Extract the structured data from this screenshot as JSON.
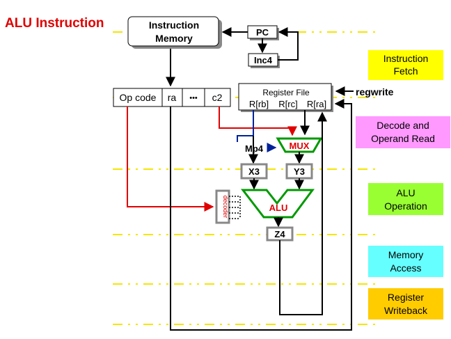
{
  "title": "ALU Instruction",
  "instruction_memory": {
    "line1": "Instruction",
    "line2": "Memory"
  },
  "pc": "PC",
  "inc4": "Inc4",
  "ir_fields": [
    "Op code",
    "ra",
    "•••",
    "c2"
  ],
  "register_file": {
    "title": "Register File",
    "ports": [
      "R[rb]",
      "R[rc]",
      "R[ra]"
    ]
  },
  "regwrite": "regwrite",
  "mp4": "Mp4",
  "mux": "MUX",
  "x3": "X3",
  "y3": "Y3",
  "decoder": "decoder",
  "alu": "ALU",
  "z4": "Z4",
  "stages": [
    {
      "line1": "Instruction",
      "line2": "Fetch",
      "color": "#ffff00"
    },
    {
      "line1": "Decode and",
      "line2": "Operand Read",
      "color": "#ff99ff"
    },
    {
      "line1": "ALU",
      "line2": "Operation",
      "color": "#99ff33"
    },
    {
      "line1": "Memory",
      "line2": "Access",
      "color": "#66ffff"
    },
    {
      "line1": "Register",
      "line2": "Writeback",
      "color": "#ffcc00"
    }
  ],
  "colors": {
    "red": "#e00000",
    "blue": "#002299",
    "green": "#009900",
    "gray": "#888888",
    "dash": "#f5e600"
  }
}
